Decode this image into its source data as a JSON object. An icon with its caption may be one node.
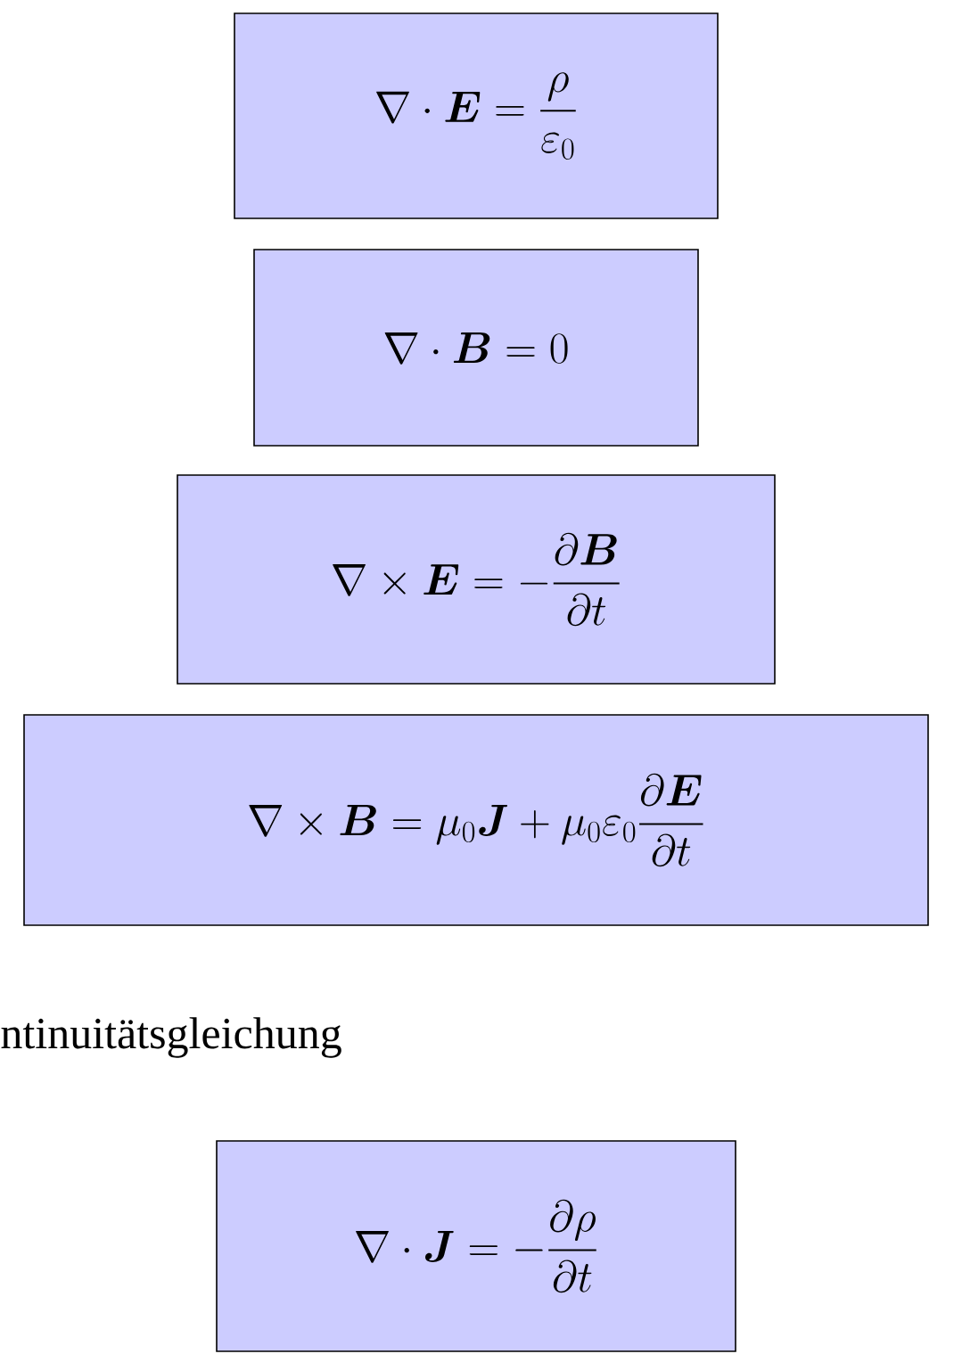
{
  "diagram": {
    "nodes": [
      {
        "text": [
          "\\nabla \\cdot \\boldsymbol{E} = \\frac{\\rho}{\\varepsilon_0}"
        ]
      },
      {
        "text": [
          "\\nabla \\cdot \\boldsymbol{B} = 0"
        ]
      },
      {
        "text": [
          "\\nabla \\times \\boldsymbol{E} = -\\frac{\\partial \\boldsymbol{B}}{\\partial t}"
        ]
      },
      {
        "text": [
          "\\nabla \\times \\boldsymbol{B} = \\mu_0 \\boldsymbol{J} + \\mu_0 \\varepsilon_0 \\frac{\\partial \\boldsymbol{E}}{\\partial t}"
        ]
      },
      {
        "text": [
          "\\nabla \\cdot \\boldsymbol{J} = -\\frac{\\partial \\rho}{\\partial t}"
        ]
      }
    ],
    "labels": [
      "ntinuitätsgleichung"
    ]
  }
}
